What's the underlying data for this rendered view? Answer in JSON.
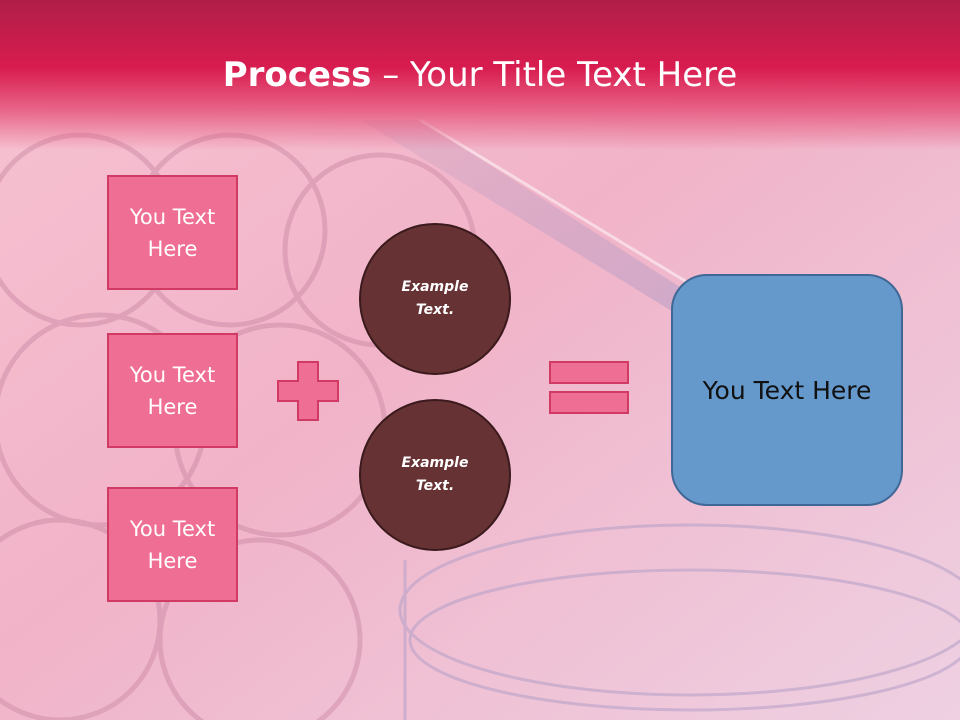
{
  "slide": {
    "title_bold": "Process",
    "title_rest": " – Your Title Text Here"
  },
  "left_boxes": [
    {
      "text": "You Text Here"
    },
    {
      "text": "You Text Here"
    },
    {
      "text": "You Text Here"
    }
  ],
  "circles": [
    {
      "text": "Example Text."
    },
    {
      "text": "Example Text."
    }
  ],
  "operators": {
    "plus": "plus-sign",
    "equals": "equals-sign"
  },
  "result_box": {
    "text": "You Text Here"
  },
  "colors": {
    "title_band": "#d81c4f",
    "pink_box": "#ef6e93",
    "circle": "#673234",
    "result_box": "#6598cb"
  }
}
